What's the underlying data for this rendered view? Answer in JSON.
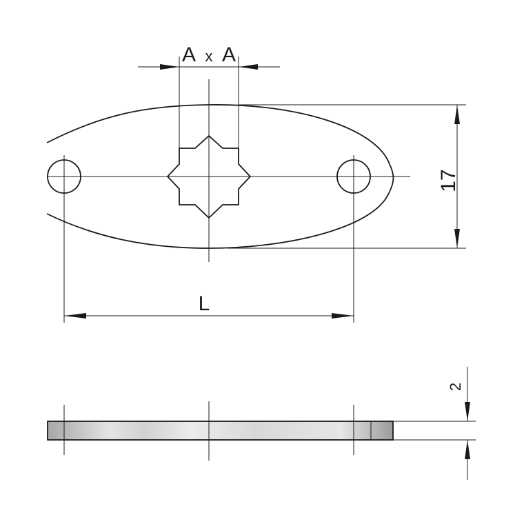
{
  "labels": {
    "square_a1": "A",
    "square_x": "x",
    "square_a2": "A",
    "length": "L",
    "width": "17",
    "thickness": "2"
  },
  "colors": {
    "line": "#1a1a1a",
    "plate_light": "#e8e8e8",
    "plate_dark": "#b0b0b0"
  }
}
